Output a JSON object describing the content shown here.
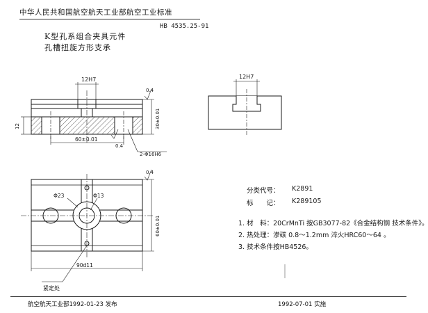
{
  "header": {
    "standard_title": "中华人民共和国航空航天工业部航空工业标准",
    "standard_code": "HB 4535.25-91",
    "title_line1": "K型孔系组合夹具元件",
    "title_line2": "孔槽扭旋方形支承"
  },
  "drawing": {
    "tol_12h7_a": "12H7",
    "tol_12h7_b": "12H7",
    "rough_a": "0.4",
    "dim_30": "30±0.01",
    "dim_12": "12",
    "dim_60": "60±0.01",
    "rough_b": "0.4",
    "dim_holes": "2-Φ16H6",
    "rough_c": "0.4",
    "dia_23": "Φ23",
    "dia_13": "Φ13",
    "dim_60_side": "60±0.01",
    "rough_d": "0.4",
    "dim_90": "90d11",
    "leader_label": "紧定处"
  },
  "info": {
    "code_label": "分类代号：",
    "code_value": "K2891",
    "mark_label": "标　　记：",
    "mark_value": "K289105"
  },
  "notes": [
    "1. 材　料：20CrMnTi 按GB3077-82《合金结构钢 技术条件》。",
    "2. 热处理：渗碳 0.8～1.2mm 淬火HRC60～64 。",
    "3. 技术条件按HB4526。"
  ],
  "footer": {
    "left": "航空航天工业部1992-01-23 发布",
    "right": "1992-07-01 实施"
  }
}
